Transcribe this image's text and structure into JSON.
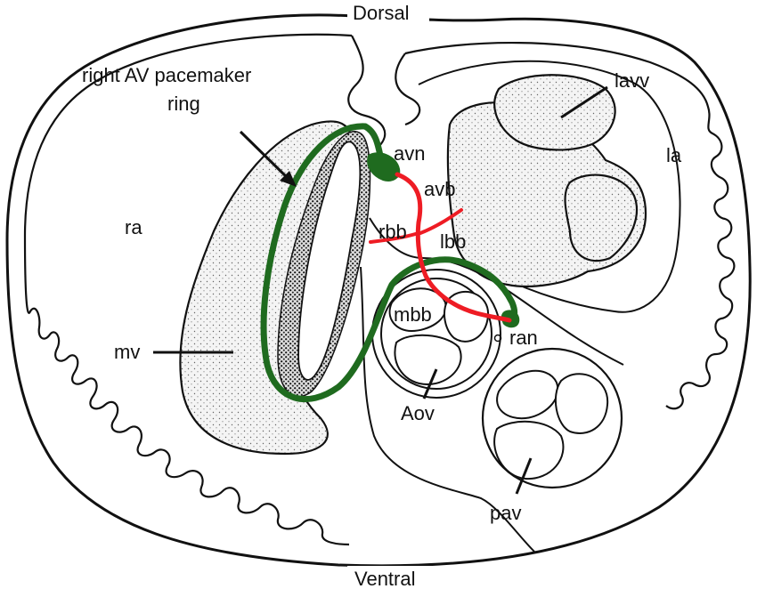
{
  "labels": {
    "dorsal": "Dorsal",
    "ventral": "Ventral",
    "pacemaker_line1": "right AV pacemaker",
    "pacemaker_line2": "ring",
    "ra": "ra",
    "mv": "mv",
    "avn": "avn",
    "avb": "avb",
    "rbb": "rbb",
    "lbb": "lbb",
    "mbb": "mbb",
    "ran": "ran",
    "aov": "Aov",
    "pav": "pav",
    "lavv": "lavv",
    "la": "la"
  },
  "colors": {
    "outline": "#111111",
    "conduction_red": "#ee1c24",
    "pacemaker_green": "#1f6b1f",
    "stipple_bg": "#f3f3f3"
  }
}
